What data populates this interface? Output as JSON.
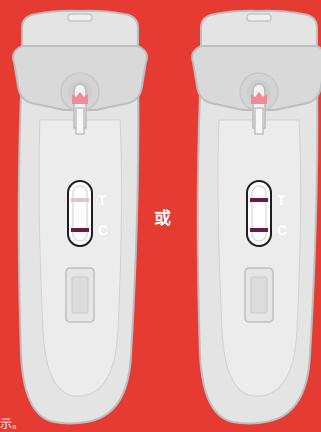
{
  "separator_text": "或",
  "tests": [
    {
      "name": "first-test",
      "t_label": "T",
      "c_label": "C",
      "t_line": "faint",
      "c_line": "strong"
    },
    {
      "name": "second-test",
      "t_label": "T",
      "c_label": "C",
      "t_line": "strong",
      "c_line": "strong"
    }
  ],
  "clipped_text": "示。",
  "colors": {
    "background": "#e53b33",
    "device_body": "#e4e4e4",
    "device_outline": "#bdbdbd",
    "window_border": "#1e1e1e",
    "strong_line": "#6b1a45",
    "faint_line": "#e2c3d3",
    "sample_tip": "#f08a96"
  }
}
